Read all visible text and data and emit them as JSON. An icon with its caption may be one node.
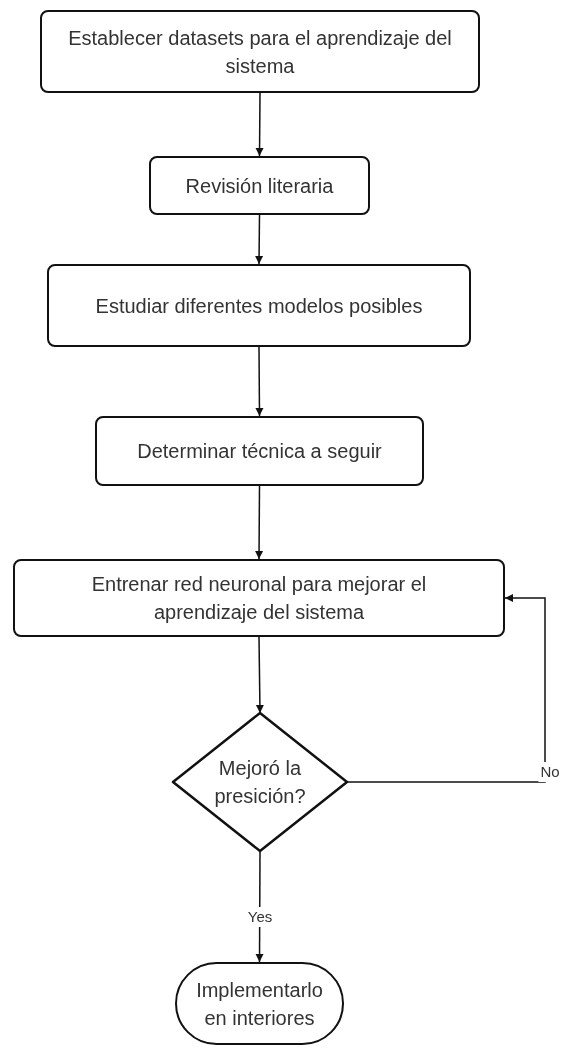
{
  "diagram": {
    "nodes": [
      {
        "text": [
          "Establecer datasets para el aprendizaje del sistema"
        ]
      },
      {
        "text": [
          "Revisión literaria"
        ]
      },
      {
        "text": [
          "Estudiar diferentes modelos posibles"
        ]
      },
      {
        "text": [
          "Determinar técnica a seguir"
        ]
      },
      {
        "text": [
          "Entrenar red neuronal para mejorar el aprendizaje del sistema"
        ]
      },
      {
        "text": [
          "Mejoró la presición?"
        ]
      },
      {
        "text": [
          "Implementarlo en interiores"
        ]
      }
    ],
    "edges": [
      {
        "from": 0,
        "to": 1,
        "arrow": "to"
      },
      {
        "from": 1,
        "to": 2,
        "arrow": "to"
      },
      {
        "from": 2,
        "to": 3,
        "arrow": "to"
      },
      {
        "from": 3,
        "to": 4,
        "arrow": "to"
      },
      {
        "from": 4,
        "to": 5,
        "arrow": "to"
      },
      {
        "from": 5,
        "to": 6,
        "arrow": "to",
        "label": "Yes"
      },
      {
        "from": 5,
        "to": 4,
        "arrow": "to",
        "label": "No"
      }
    ]
  }
}
